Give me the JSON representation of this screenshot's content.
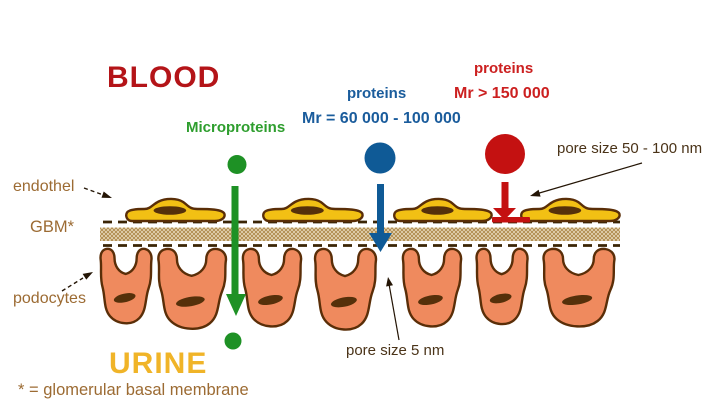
{
  "diagram": {
    "blood_label": "BLOOD",
    "urine_label": "URINE",
    "footnote": "* = glomerular basal membrane",
    "particles": {
      "micro": {
        "name": "Microproteins"
      },
      "medium": {
        "name": "proteins",
        "mass": "Mr = 60 000 - 100 000"
      },
      "large": {
        "name": "proteins",
        "mass": "Mr > 150 000"
      }
    },
    "layers": {
      "endothel": "endothel",
      "gbm": "GBM*",
      "podocytes": "podocytes"
    },
    "pores": {
      "endothel_pore": "pore size 50 - 100 nm",
      "slit_pore": "pore size 5 nm"
    }
  },
  "colors": {
    "blood_red": "#b41418",
    "text_red": "#cc2020",
    "text_blue": "#1a5c9c",
    "text_green": "#2e9e2e",
    "label_brown": "#9c6b33",
    "note_dark_brown": "#4a3318",
    "urine_gold": "#f0b428",
    "arrow_green": "#1e9125",
    "arrow_blue": "#0f5a96",
    "arrow_red": "#c41111",
    "endothel_fill": "#f2c014",
    "podocyte_fill": "#ef8a5e",
    "cell_outline": "#5a2e08",
    "nucleus_brown": "#55300a",
    "dashed_line": "#3b2506",
    "gbm_hatch": "#b08c50"
  }
}
